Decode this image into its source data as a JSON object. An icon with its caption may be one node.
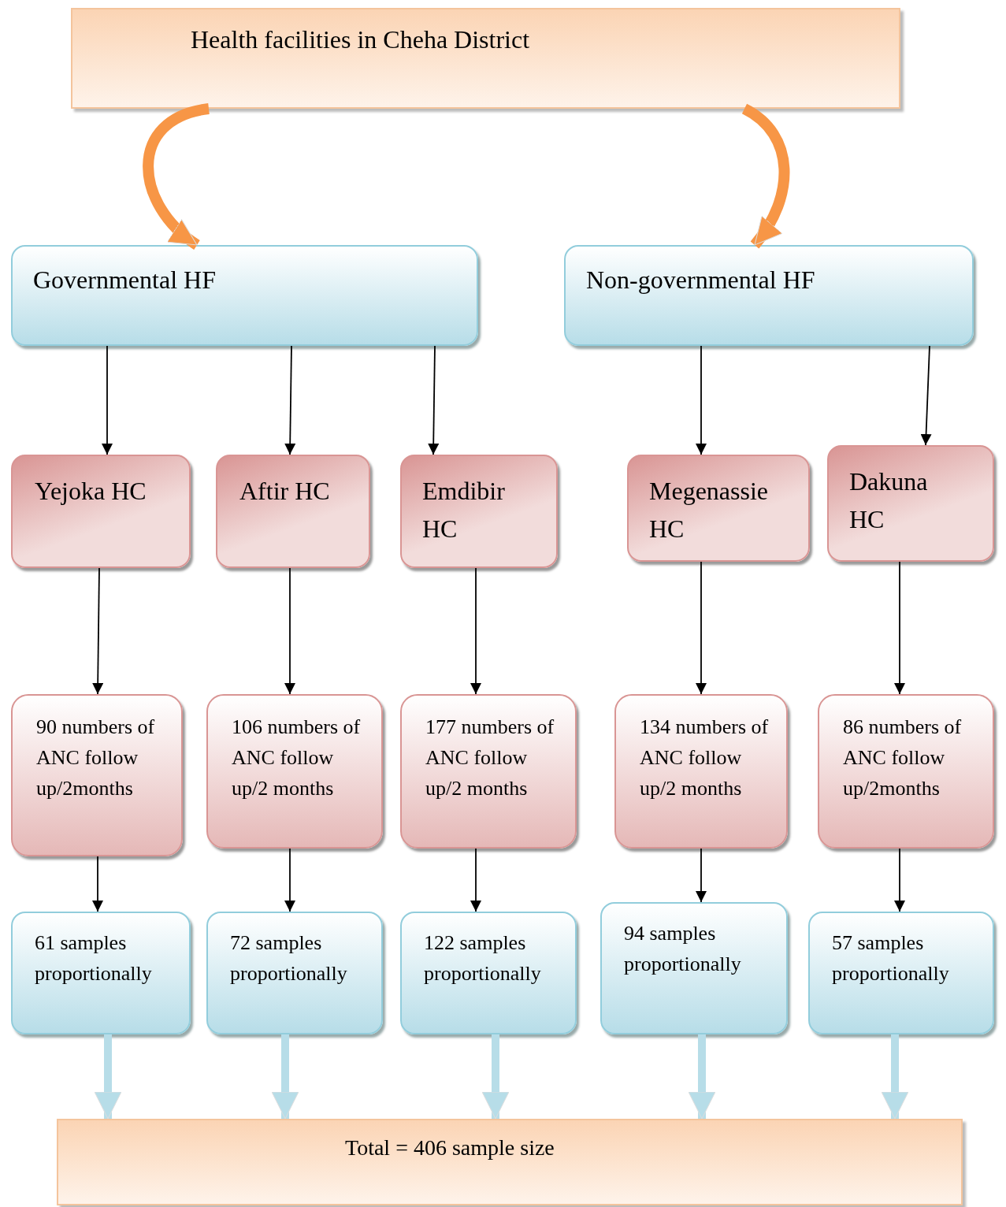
{
  "diagram": {
    "nodes": [
      {
        "text": [
          "Health facilities in Cheha District"
        ]
      },
      {
        "text": [
          "Governmental HF"
        ]
      },
      {
        "text": [
          "Non-governmental HF"
        ]
      },
      {
        "text": [
          "Yejoka HC"
        ]
      },
      {
        "text": [
          "Aftir HC"
        ]
      },
      {
        "text": [
          "Emdibir HC"
        ]
      },
      {
        "text": [
          "Megenassie HC"
        ]
      },
      {
        "text": [
          "Dakuna HC"
        ]
      },
      {
        "text": [
          "90 numbers of ANC follow up/2months"
        ]
      },
      {
        "text": [
          "106 numbers of ANC follow up/2 months"
        ]
      },
      {
        "text": [
          "177 numbers of ANC follow up/2 months"
        ]
      },
      {
        "text": [
          "134 numbers of ANC follow up/2 months"
        ]
      },
      {
        "text": [
          "86 numbers of ANC follow up/2months"
        ]
      },
      {
        "text": [
          "61 samples proportionally"
        ]
      },
      {
        "text": [
          "72 samples proportionally"
        ]
      },
      {
        "text": [
          "122 samples proportionally"
        ]
      },
      {
        "text": [
          "94 samples proportionally"
        ]
      },
      {
        "text": [
          "57 samples proportionally"
        ]
      },
      {
        "text": [
          "Total = 406 sample size"
        ]
      }
    ],
    "edges": [
      {
        "from": 0,
        "to": 1,
        "arrow": "to",
        "style": "thick",
        "color": "#f79646"
      },
      {
        "from": 0,
        "to": 2,
        "arrow": "to",
        "style": "thick",
        "color": "#f79646"
      },
      {
        "from": 1,
        "to": 3,
        "arrow": "to"
      },
      {
        "from": 1,
        "to": 4,
        "arrow": "to"
      },
      {
        "from": 1,
        "to": 5,
        "arrow": "to"
      },
      {
        "from": 2,
        "to": 6,
        "arrow": "to"
      },
      {
        "from": 2,
        "to": 7,
        "arrow": "to"
      },
      {
        "from": 3,
        "to": 8,
        "arrow": "to"
      },
      {
        "from": 4,
        "to": 9,
        "arrow": "to"
      },
      {
        "from": 5,
        "to": 10,
        "arrow": "to"
      },
      {
        "from": 6,
        "to": 11,
        "arrow": "to"
      },
      {
        "from": 7,
        "to": 12,
        "arrow": "to"
      },
      {
        "from": 8,
        "to": 13,
        "arrow": "to"
      },
      {
        "from": 9,
        "to": 14,
        "arrow": "to"
      },
      {
        "from": 10,
        "to": 15,
        "arrow": "to"
      },
      {
        "from": 11,
        "to": 16,
        "arrow": "to"
      },
      {
        "from": 12,
        "to": 17,
        "arrow": "to"
      },
      {
        "from": 13,
        "to": 18,
        "arrow": "to",
        "style": "thick",
        "color": "#b7dde8"
      },
      {
        "from": 14,
        "to": 18,
        "arrow": "to",
        "style": "thick",
        "color": "#b7dde8"
      },
      {
        "from": 15,
        "to": 18,
        "arrow": "to",
        "style": "thick",
        "color": "#b7dde8"
      },
      {
        "from": 16,
        "to": 18,
        "arrow": "to",
        "style": "thick",
        "color": "#b7dde8"
      },
      {
        "from": 17,
        "to": 18,
        "arrow": "to",
        "style": "thick",
        "color": "#b7dde8"
      }
    ]
  }
}
